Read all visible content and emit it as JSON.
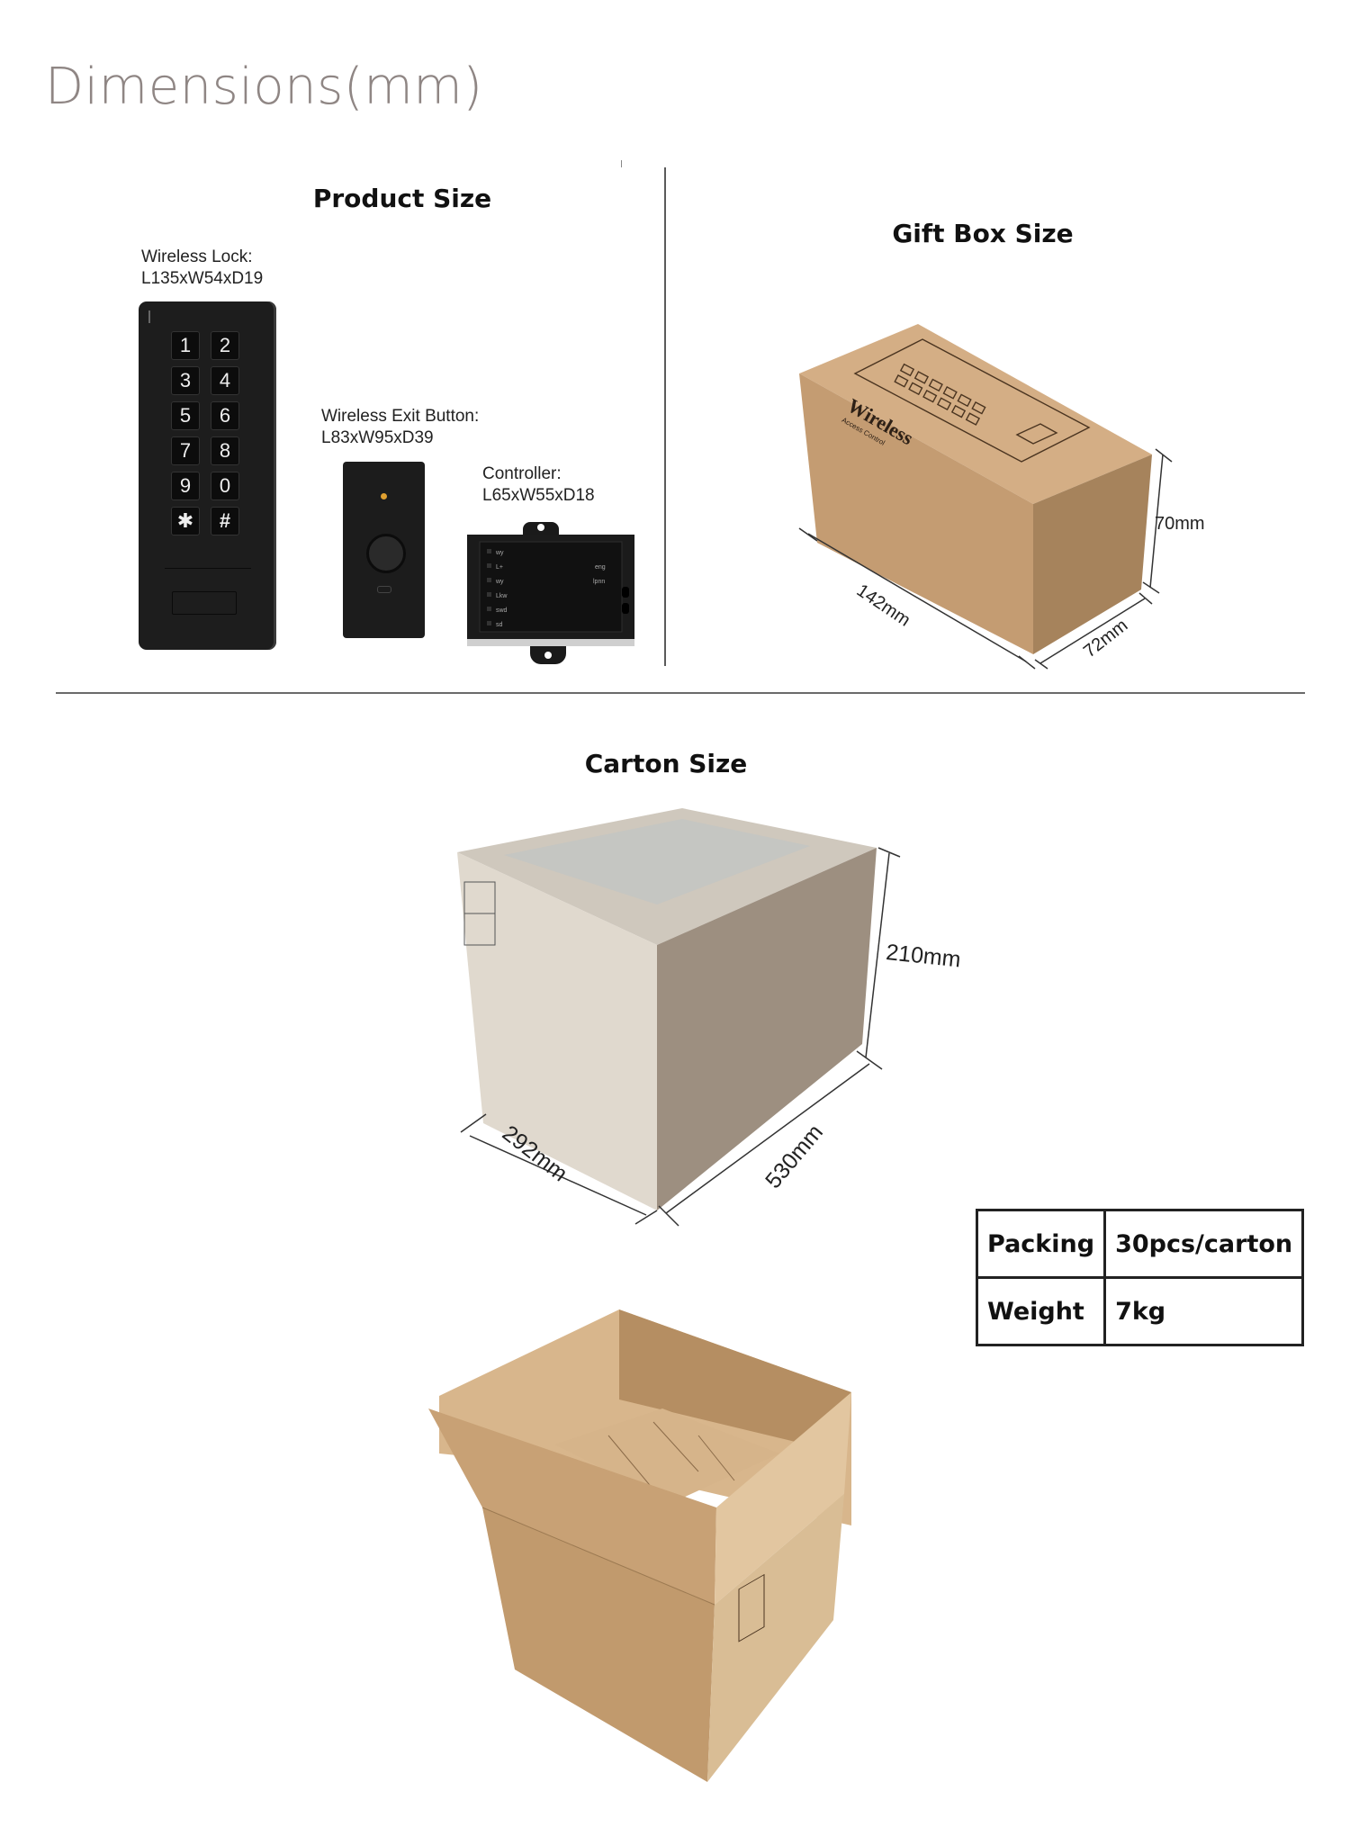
{
  "page": {
    "title": "Dimensions(mm)"
  },
  "product_section": {
    "title": "Product Size",
    "items": [
      {
        "name": "Wireless Lock:",
        "size": "L135xW54xD19"
      },
      {
        "name": "Wireless Exit Button:",
        "size": "L83xW95xD39"
      },
      {
        "name": "Controller:",
        "size": "L65xW55xD18"
      }
    ],
    "keypad_keys": [
      "1",
      "2",
      "3",
      "4",
      "5",
      "6",
      "7",
      "8",
      "9",
      "0",
      "✱",
      "#"
    ]
  },
  "gift_box_section": {
    "title": "Gift Box Size",
    "box_text": "Wireless",
    "box_subtext": "Access Control",
    "length": "142mm",
    "width": "72mm",
    "height": "70mm"
  },
  "carton_section": {
    "title": "Carton Size",
    "length": "530mm",
    "width": "292mm",
    "height": "210mm"
  },
  "spec_table": {
    "rows": [
      {
        "key": "Packing",
        "value": "30pcs/carton"
      },
      {
        "key": "Weight",
        "value": "7kg"
      }
    ]
  },
  "colors": {
    "title_gray": "#8f8684",
    "kraft": "#c9a27a",
    "kraft_dark": "#a07d58",
    "carton_light": "#dcd5ca",
    "carton_side": "#9a8c7c",
    "device_black": "#1c1c1c"
  }
}
